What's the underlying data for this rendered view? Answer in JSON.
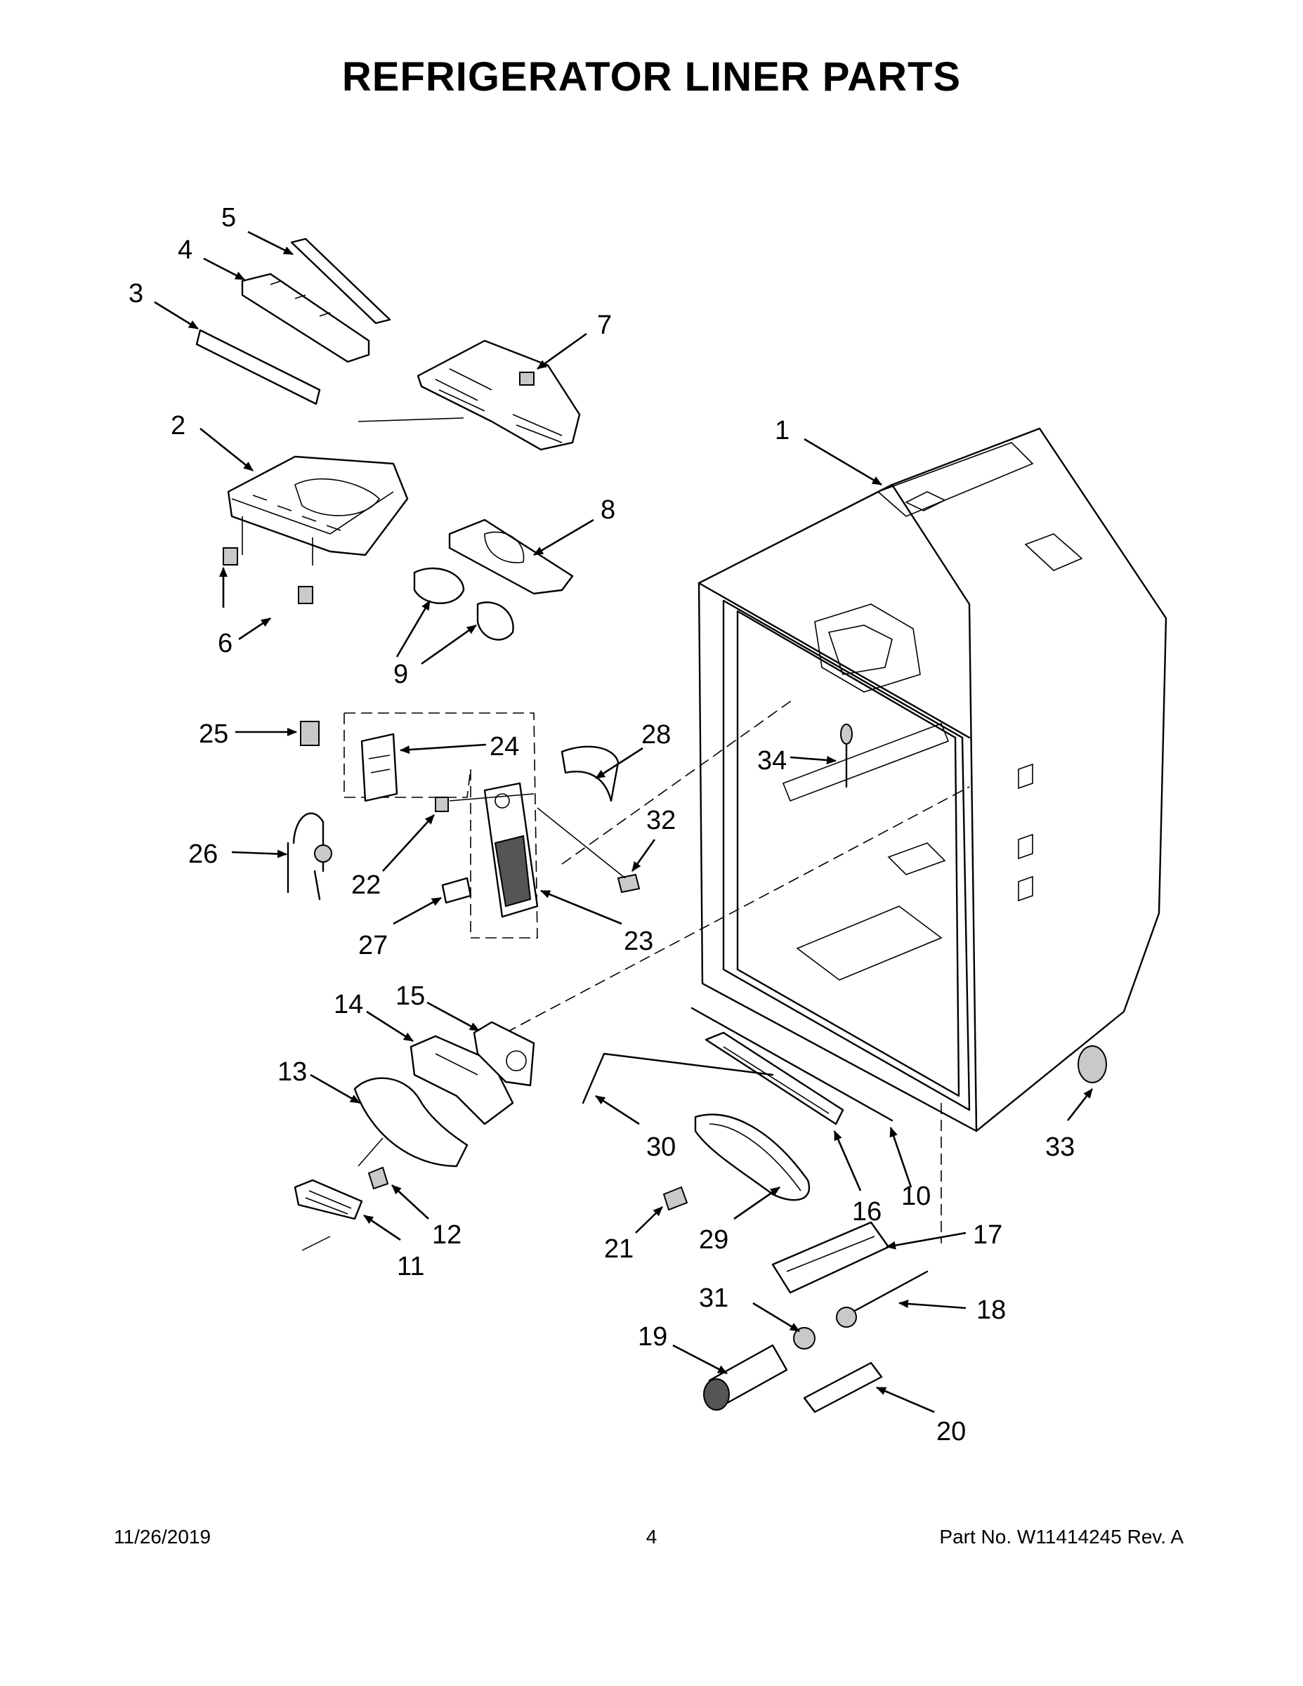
{
  "title": "REFRIGERATOR LINER PARTS",
  "footer": {
    "date": "11/26/2019",
    "page": "4",
    "part_number": "Part No.  W11414245  Rev.  A"
  },
  "callouts": [
    "1",
    "2",
    "3",
    "4",
    "5",
    "6",
    "7",
    "8",
    "9",
    "10",
    "11",
    "12",
    "13",
    "14",
    "15",
    "16",
    "17",
    "18",
    "19",
    "20",
    "21",
    "22",
    "23",
    "24",
    "25",
    "26",
    "27",
    "28",
    "29",
    "30",
    "31",
    "32",
    "33",
    "34"
  ]
}
